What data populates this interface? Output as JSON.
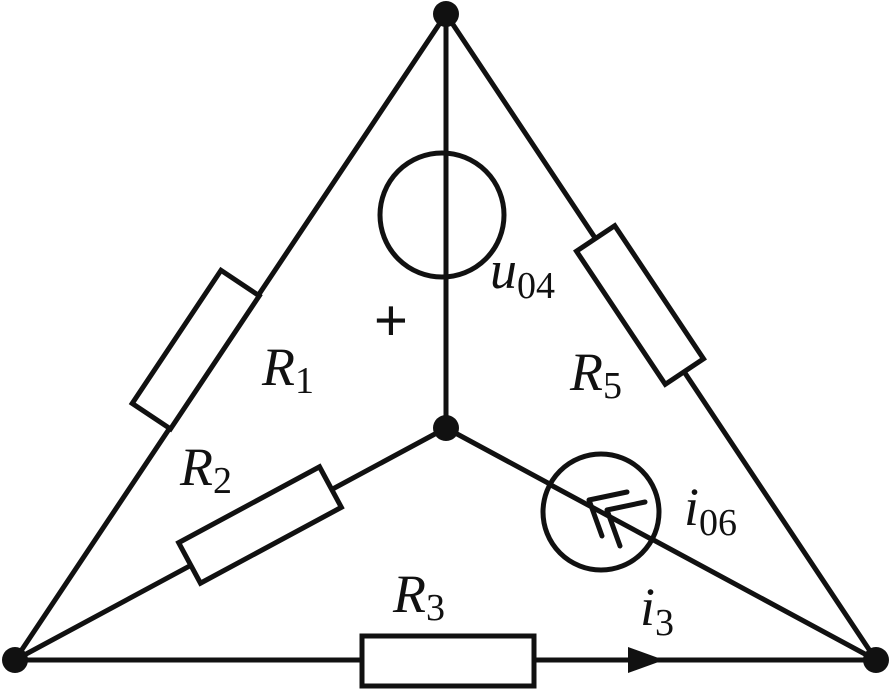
{
  "labels": {
    "R1": {
      "main": "R",
      "sub": "1"
    },
    "R2": {
      "main": "R",
      "sub": "2"
    },
    "R3": {
      "main": "R",
      "sub": "3"
    },
    "R5": {
      "main": "R",
      "sub": "5"
    },
    "u04": {
      "main": "u",
      "sub": "04"
    },
    "i06": {
      "main": "i",
      "sub": "06"
    },
    "i3": {
      "main": "i",
      "sub": "3"
    },
    "plus": "+"
  },
  "colors": {
    "stroke": "#111111",
    "background": "#ffffff"
  }
}
